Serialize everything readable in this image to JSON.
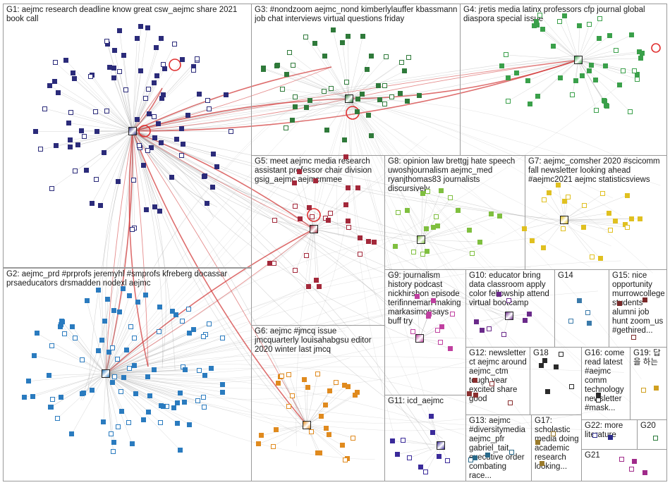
{
  "groups": [
    {
      "id": "G1",
      "label": "G1: aejmc research deadline know great csw_aejmc share 2021 book call",
      "color": "#2b2b7a"
    },
    {
      "id": "G2",
      "label": "G2: aejmc_prd #prprofs jeremyhl #smprofs kfreberg docassar prsaeducators drsmadden nodexl aejmc",
      "color": "#2a7bbf"
    },
    {
      "id": "G3",
      "label": "G3: #nondzoom aejmc_nond kimberlylauffer kbassmann job chat interviews virtual questions friday",
      "color": "#2f7a3a"
    },
    {
      "id": "G4",
      "label": "G4: jretis media latinx professors cfp journal global diaspora special issue",
      "color": "#3aa04a"
    },
    {
      "id": "G5",
      "label": "G5: meet aejmc media research assistant professor chair division gsig_aejmc aejmcmmee",
      "color": "#a3283a"
    },
    {
      "id": "G6",
      "label": "G6: aejmc #jmcq issue jmcquarterly louisahabgsu editor 2020 winter last jmcq",
      "color": "#e08a1e"
    },
    {
      "id": "G7",
      "label": "G7: aejmc_comsher 2020 #scicomm fall newsletter looking ahead #aejmc2021 aejmc statisticsviews",
      "color": "#e0c020"
    },
    {
      "id": "G8",
      "label": "G8: opinion law brettgj hate speech uwoshjournalism aejmc_med ryanjthomas83 journalists discursively",
      "color": "#7fbf3f"
    },
    {
      "id": "G9",
      "label": "G9: journalism history podcast nickhirshon episode terifinneman making markasimonsays buff try",
      "color": "#c040a0"
    },
    {
      "id": "G10",
      "label": "G10: educator bring data classroom apply color fellowship attend virtual bootcamp",
      "color": "#6a2a8a"
    },
    {
      "id": "G11",
      "label": "G11: icd_aejmc",
      "color": "#3a2a9a"
    },
    {
      "id": "G12",
      "label": "G12: newsletter ct aejmc around aejmc_ctm tough year excited share good",
      "color": "#8a3030"
    },
    {
      "id": "G13",
      "label": "G13: aejmc #diversitymedia aejmc_pfr gabriel_tait executive order combating race...",
      "color": "#2a6a8a"
    },
    {
      "id": "G14",
      "label": "G14",
      "color": "#3a7aaa"
    },
    {
      "id": "G15",
      "label": "G15: nice opportunity murrowcollege students alumni job hunt zoom_us #gethired...",
      "color": "#7a2a2a"
    },
    {
      "id": "G16",
      "label": "G16: come read latest #aejmc comm technology newsletter #mask...",
      "color": "#2a2a2a"
    },
    {
      "id": "G17",
      "label": "G17: scholastic media doing academic research looking...",
      "color": "#9a7a2a"
    },
    {
      "id": "G18",
      "label": "G18",
      "color": "#2a2a2a"
    },
    {
      "id": "G19",
      "label": "G19: 답을 하는",
      "color": "#d0a020"
    },
    {
      "id": "G20",
      "label": "G20",
      "color": "#2a7a3a"
    },
    {
      "id": "G21",
      "label": "G21",
      "color": "#a02a8a"
    },
    {
      "id": "G22",
      "label": "G22: more literature",
      "color": "#2a2a8a"
    }
  ],
  "colors": {
    "background": "#ffffff",
    "panel_border": "#9a9a9a",
    "edge": "#a0a0a0",
    "highlight_edge": "#d03030"
  }
}
